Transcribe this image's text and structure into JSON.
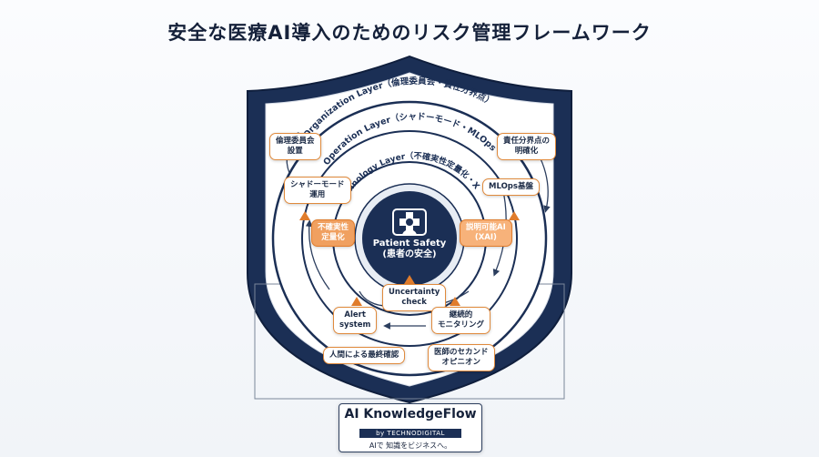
{
  "title": "安全な医療AI導入のためのリスク管理フレームワーク",
  "layers": {
    "organization": "Organization Layer（倫理委員会・責任分界点）",
    "operation": "Operation Layer（シャドーモード・MLOps）",
    "technology": "Technology Layer（不確実性定量化・XAI）"
  },
  "center": {
    "title": "Patient Safety",
    "subtitle": "(患者の安全)"
  },
  "labels": {
    "ethics_committee": "倫理委員会\n設置",
    "responsibility": "責任分界点の\n明確化",
    "shadow_mode": "シャドーモード\n運用",
    "mlops": "MLOps基盤",
    "uncertainty_quant": "不確実性\n定量化",
    "xai": "説明可能AI\n(XAI)",
    "uncertainty_check": "Uncertainty\ncheck",
    "alert_system": "Alert\nsystem",
    "monitoring": "継続的\nモニタリング",
    "human_confirm": "人間による最終確認",
    "second_opinion": "医師のセカンド\nオピニオン"
  },
  "brand": {
    "name": "AI KnowledgeFlow",
    "by": "by TECHNODIGITAL",
    "tagline": "AIで 知識をビジネスへ。"
  },
  "colors": {
    "navy": "#1b2f55",
    "accent": "#e08a3c",
    "background": "#f4f6f9"
  }
}
